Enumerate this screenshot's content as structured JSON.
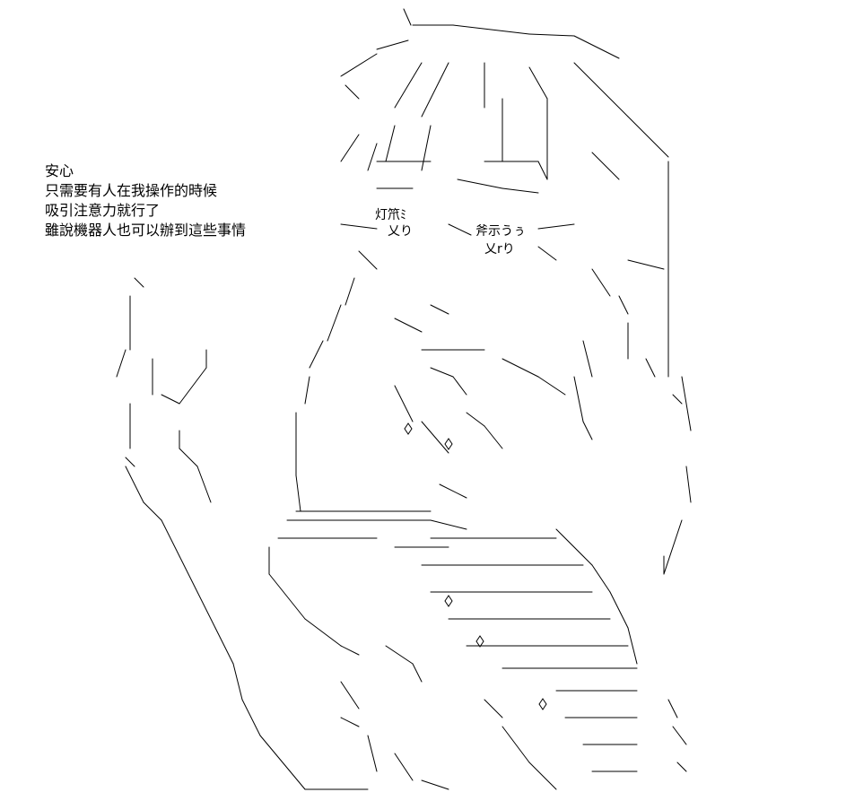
{
  "caption": {
    "lines": [
      "安心",
      "只需要有人在我操作的時候",
      "吸引注意力就行了",
      "雖說機器人也可以辦到這些事情"
    ]
  },
  "art": {
    "speech_left": "灯笊ﾐ",
    "speech_left_2": "乂り",
    "speech_right": "斧示うぅ",
    "speech_right_2": "乂rり"
  },
  "colors": {
    "ink": "#000000",
    "background": "#ffffff"
  }
}
